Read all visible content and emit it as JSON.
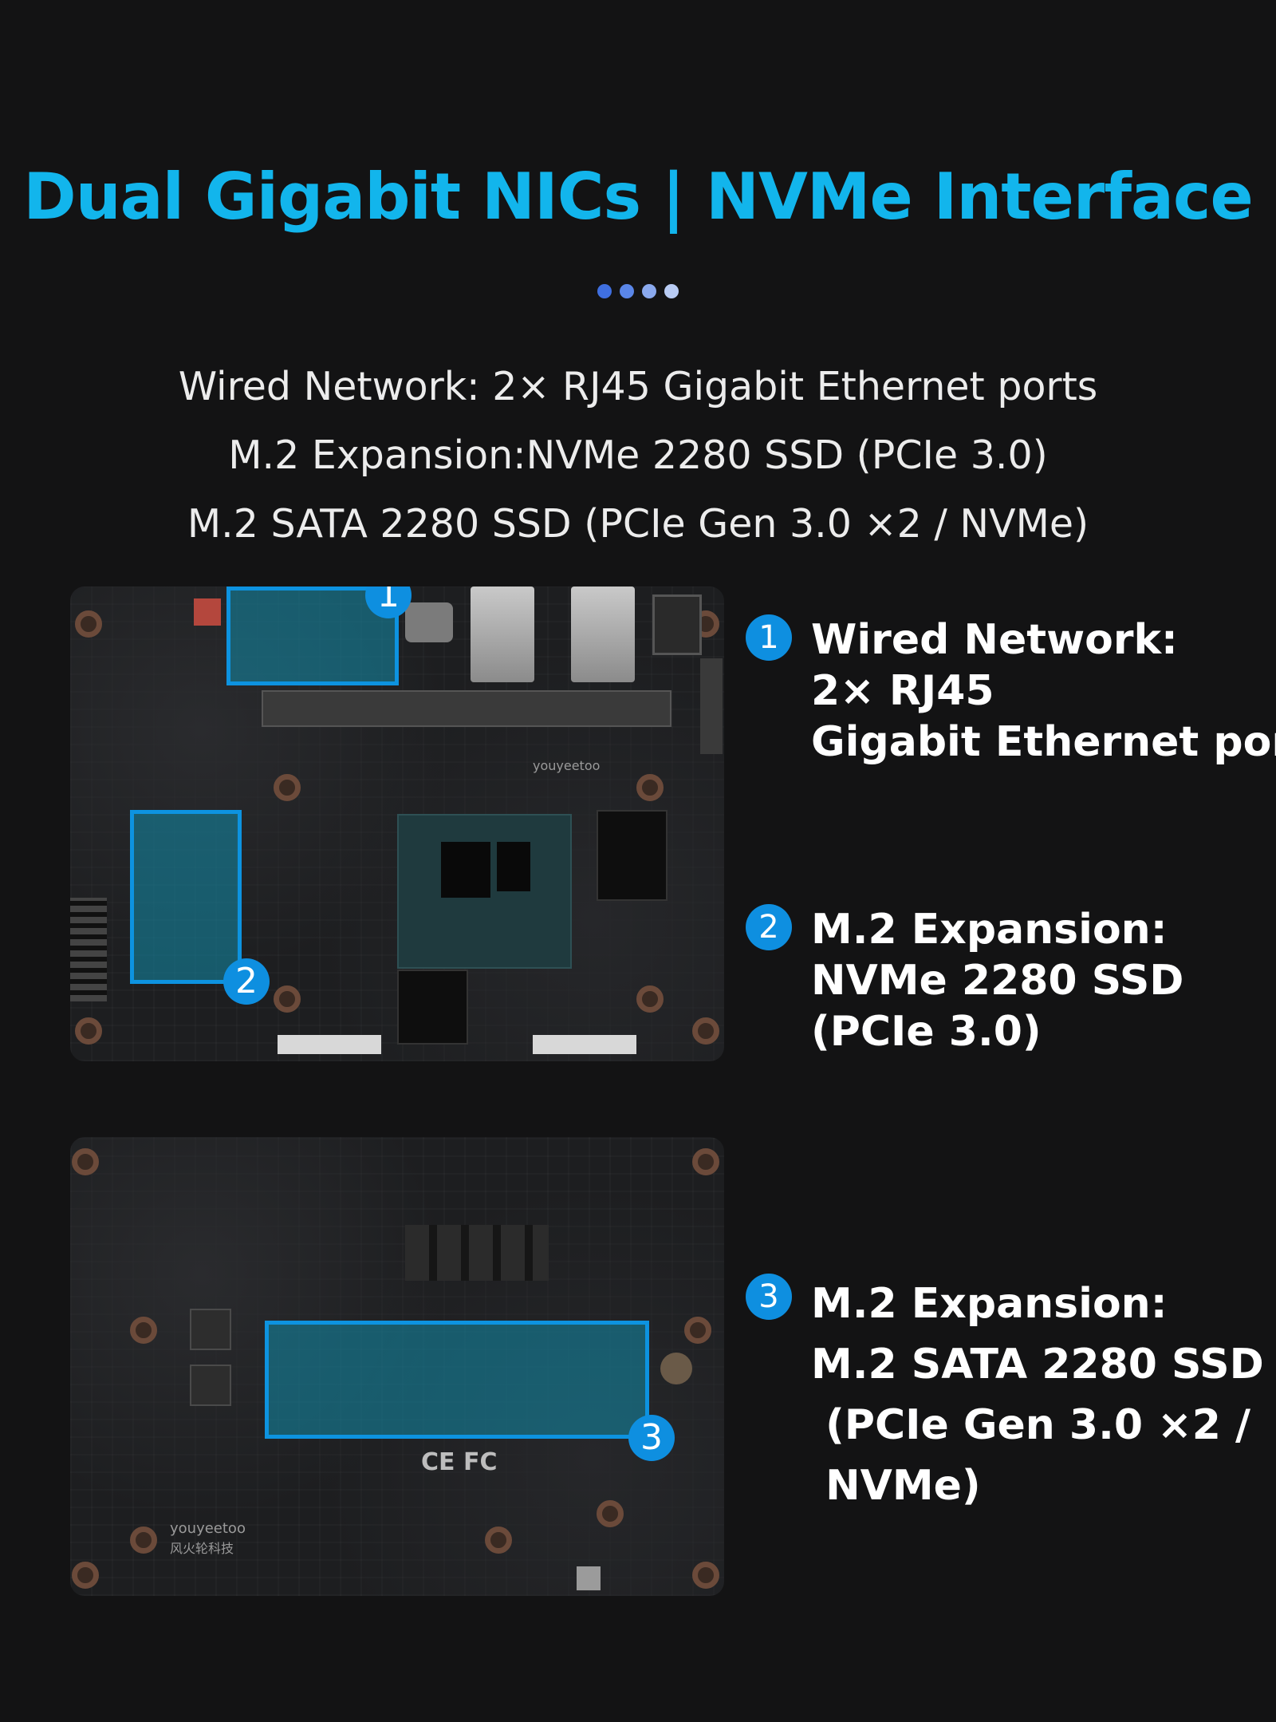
{
  "header": {
    "title": "Dual Gigabit NICs | NVMe Interface",
    "dot_colors": [
      "#3f6fe0",
      "#5a86e8",
      "#8aa9ee",
      "#b9ccf4"
    ]
  },
  "specs": [
    "Wired Network: 2× RJ45 Gigabit Ethernet ports",
    "M.2 Expansion:NVMe 2280 SSD (PCIe 3.0)",
    "M.2 SATA 2280 SSD (PCIe Gen 3.0 ×2 / NVMe)"
  ],
  "callouts": [
    {
      "num": "1",
      "lines": [
        "Wired Network:",
        "2× RJ45",
        "Gigabit Ethernet ports"
      ]
    },
    {
      "num": "2",
      "lines": [
        "M.2 Expansion:",
        "NVMe 2280 SSD",
        "(PCIe 3.0)"
      ]
    },
    {
      "num": "3",
      "lines": [
        "M.2 Expansion:",
        "M.2 SATA 2280 SSD",
        " (PCIe Gen 3.0 ×2 /",
        " NVMe)"
      ]
    }
  ],
  "badges": [
    "1",
    "2",
    "3"
  ],
  "board_labels": {
    "top_logo": "youyeetoo",
    "bottom_logo": "youyeetoo",
    "bottom_logo_cn": "风火轮科技",
    "cert": "CE FC"
  },
  "colors": {
    "accent": "#12b5ec",
    "badge": "#0e8fe0",
    "highlight_border": "#0d93e0"
  }
}
